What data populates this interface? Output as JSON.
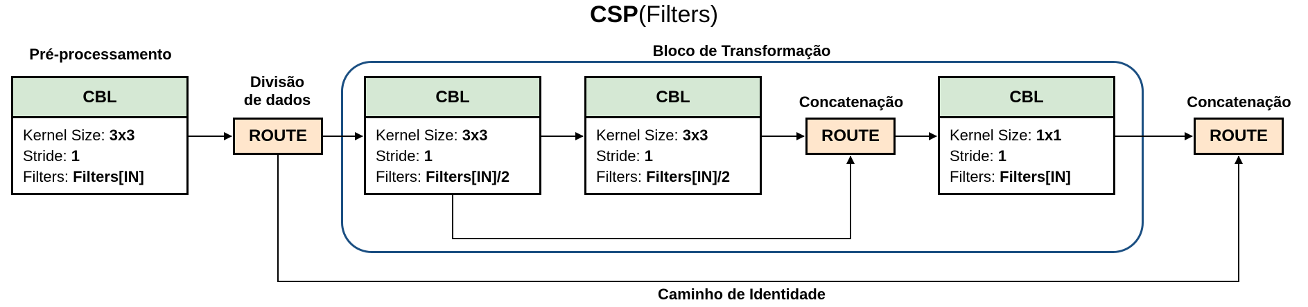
{
  "title": {
    "bold": "CSP",
    "rest": "(Filters)"
  },
  "labels": {
    "pre": "Pré-processamento",
    "split_line1": "Divisão",
    "split_line2": "de dados",
    "block": "Bloco de Transformação",
    "concat_inner": "Concatenação",
    "concat_outer": "Concatenação",
    "identity": "Caminho de Identidade"
  },
  "cbl_blocks": [
    {
      "header": "CBL",
      "kernel_label": "Kernel Size: ",
      "kernel": "3x3",
      "stride_label": "Stride: ",
      "stride": "1",
      "filters_label": "Filters: ",
      "filters": "Filters[IN]"
    },
    {
      "header": "CBL",
      "kernel_label": "Kernel Size: ",
      "kernel": "3x3",
      "stride_label": "Stride: ",
      "stride": "1",
      "filters_label": "Filters: ",
      "filters": "Filters[IN]/2"
    },
    {
      "header": "CBL",
      "kernel_label": "Kernel Size: ",
      "kernel": "3x3",
      "stride_label": "Stride: ",
      "stride": "1",
      "filters_label": "Filters: ",
      "filters": "Filters[IN]/2"
    },
    {
      "header": "CBL",
      "kernel_label": "Kernel Size: ",
      "kernel": "1x1",
      "stride_label": "Stride: ",
      "stride": "1",
      "filters_label": "Filters: ",
      "filters": "Filters[IN]"
    }
  ],
  "routes": [
    {
      "label": "ROUTE"
    },
    {
      "label": "ROUTE"
    },
    {
      "label": "ROUTE"
    }
  ],
  "colors": {
    "cbl_header": "#d5e8d4",
    "route_fill": "#ffe6cc",
    "group_border": "#1b4f82"
  }
}
